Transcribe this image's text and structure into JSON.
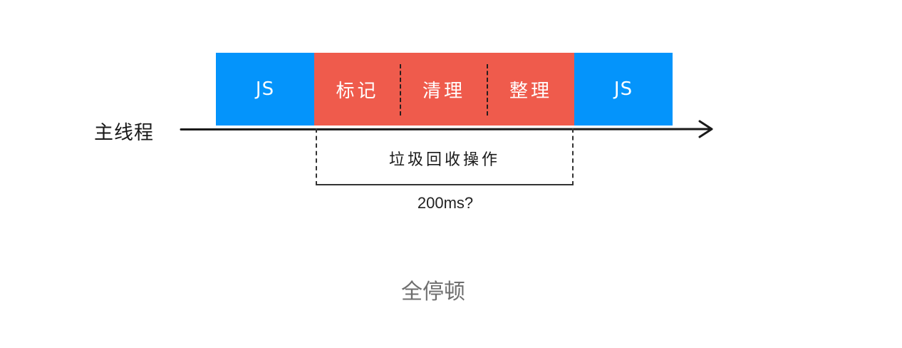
{
  "diagram": {
    "blocks": {
      "js_left": "JS",
      "js_right": "JS",
      "gc_phases": [
        "标记",
        "清理",
        "整理"
      ]
    },
    "thread_label": "主线程",
    "gc_operation_label": "垃圾回收操作",
    "duration_label": "200ms?",
    "caption": "全停顿",
    "colors": {
      "js_block": "#0494fb",
      "gc_block": "#ef5b4c",
      "caption_text": "#6e6e6e"
    }
  }
}
